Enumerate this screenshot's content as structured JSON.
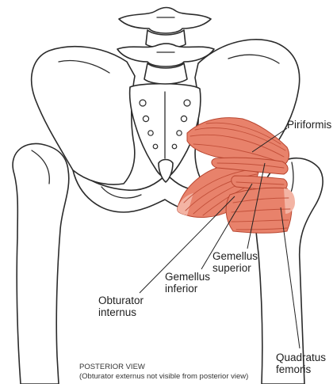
{
  "labels": {
    "piriformis": "Piriformis",
    "gemellus_superior": [
      "Gemellus",
      "superior"
    ],
    "gemellus_inferior": [
      "Gemellus",
      "inferior"
    ],
    "obturator_internus": [
      "Obturator",
      "internus"
    ],
    "quadratus_femoris": [
      "Quadratus",
      "femoris"
    ]
  },
  "caption": {
    "view": "POSTERIOR VIEW",
    "note": "(Obturator externus not visible from posterior view)"
  },
  "colors": {
    "muscle_fill": "#e8826b",
    "muscle_fiber": "#c2503a",
    "bone_outline": "#2b2b2b",
    "background": "#ffffff"
  }
}
